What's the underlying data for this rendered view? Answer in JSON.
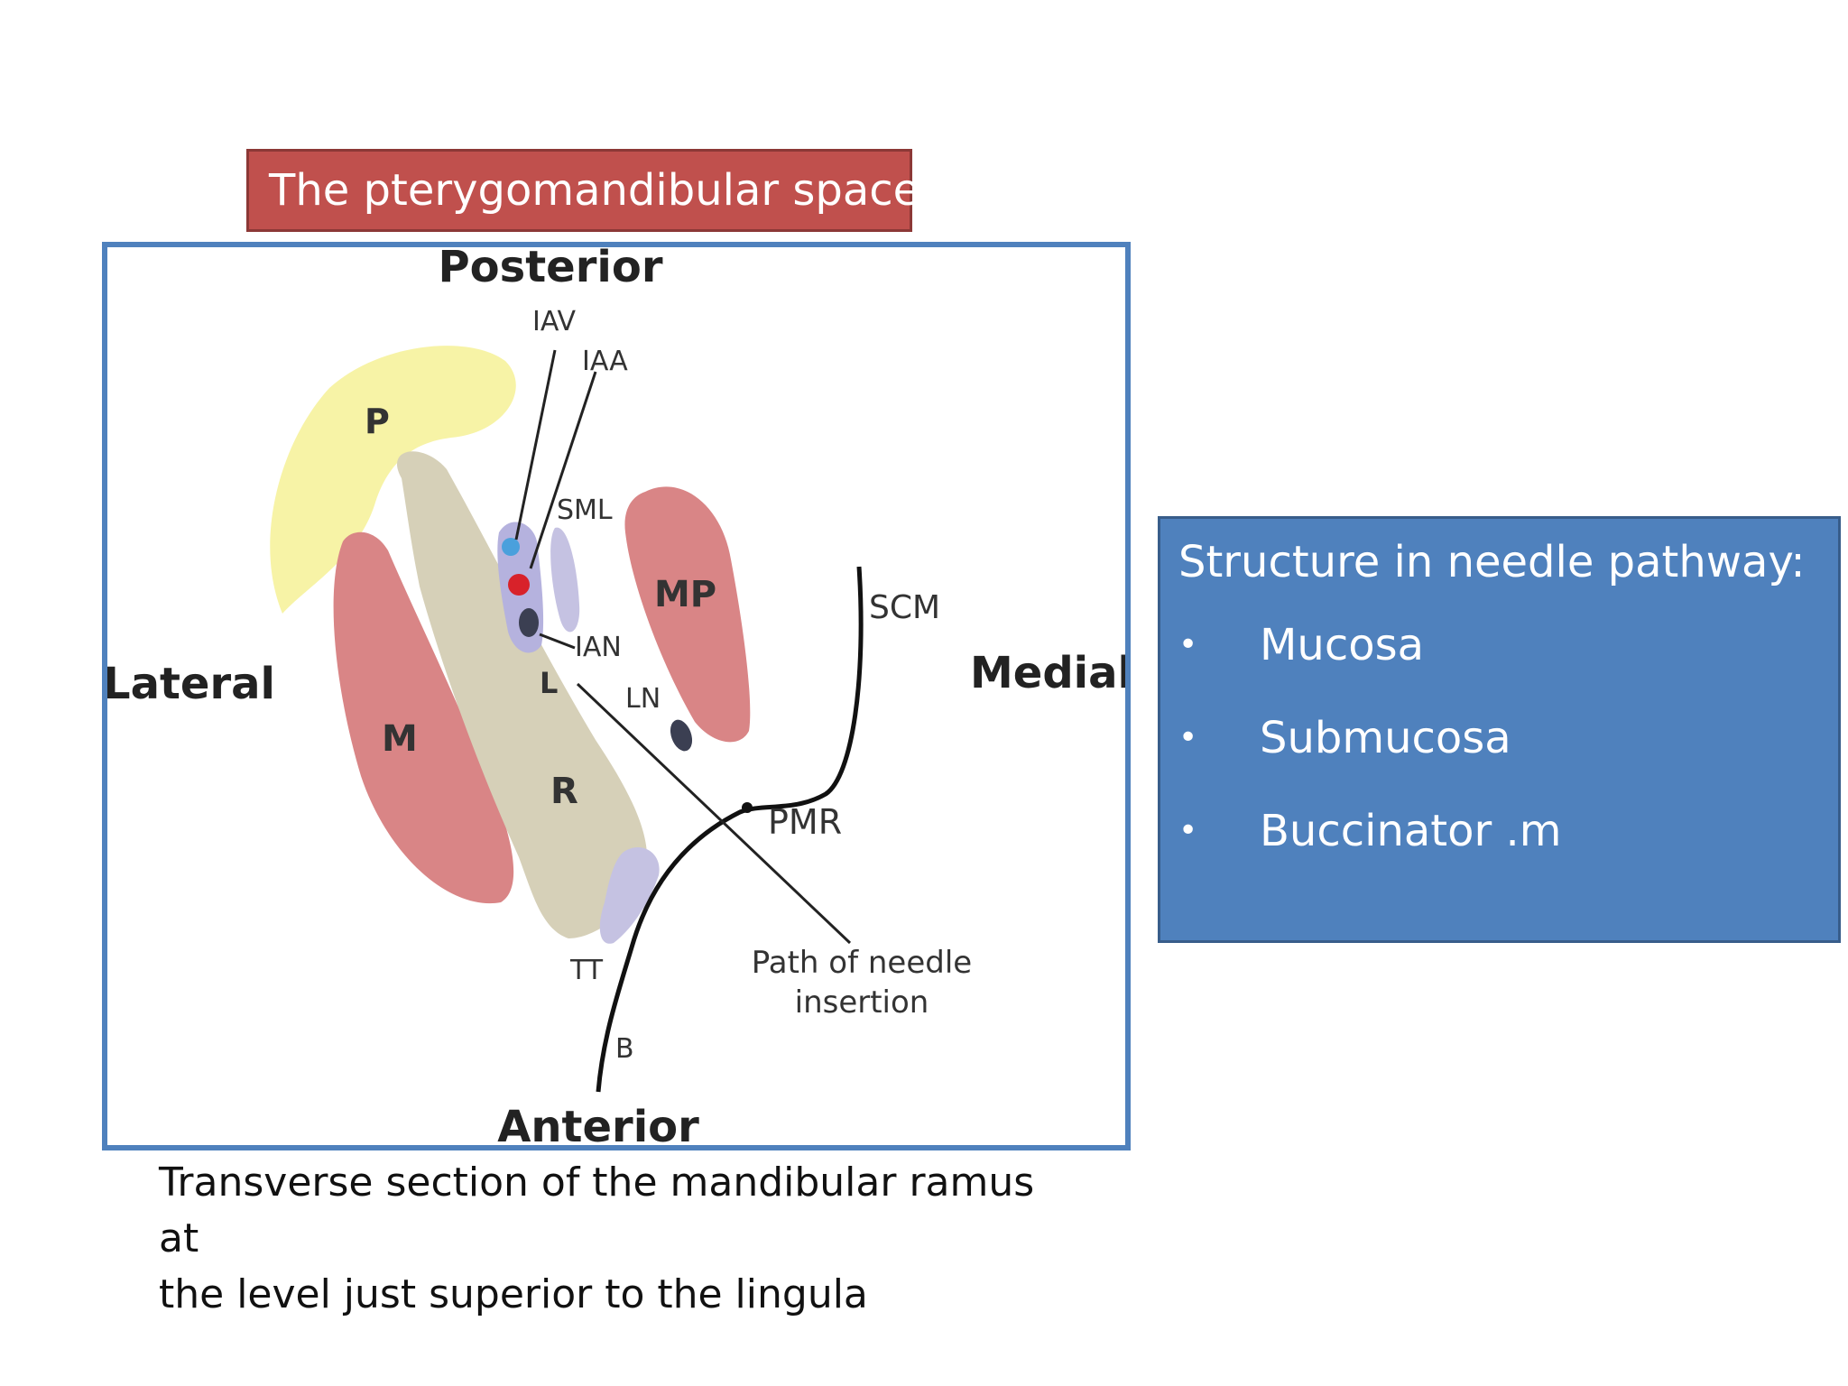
{
  "slide": {
    "title": "The pterygomandibular space",
    "caption_line1": "Transverse section of the mandibular ramus at",
    "caption_line2": "the level just superior to the lingula"
  },
  "diagram": {
    "orientation": {
      "posterior": "Posterior",
      "anterior": "Anterior",
      "lateral": "Lateral",
      "medial": "Medial"
    },
    "labels": {
      "iav": "IAV",
      "iaa": "IAA",
      "p": "P",
      "sml": "SML",
      "mp": "MP",
      "scm": "SCM",
      "ian": "IAN",
      "l": "L",
      "ln": "LN",
      "m": "M",
      "r": "R",
      "pmr": "PMR",
      "tt": "TT",
      "b": "B",
      "needle_line1": "Path of needle",
      "needle_line2": "insertion"
    },
    "colors": {
      "parotid": "#f7f3a6",
      "muscle": "#d98586",
      "ramus": "#d6d0b8",
      "ligament": "#c5c2e2",
      "vein": "#4aa0dc",
      "artery": "#d8222a",
      "nerve": "#3b3f52"
    }
  },
  "info_box": {
    "heading": "Structure in needle pathway:",
    "items": [
      {
        "bullet": "•",
        "text": "Mucosa"
      },
      {
        "bullet": "•",
        "text": "Submucosa"
      },
      {
        "bullet": "•",
        "text": "Buccinator .m"
      }
    ],
    "colors": {
      "background": "#4f81bd",
      "border": "#385d8a",
      "text": "#ffffff"
    }
  }
}
